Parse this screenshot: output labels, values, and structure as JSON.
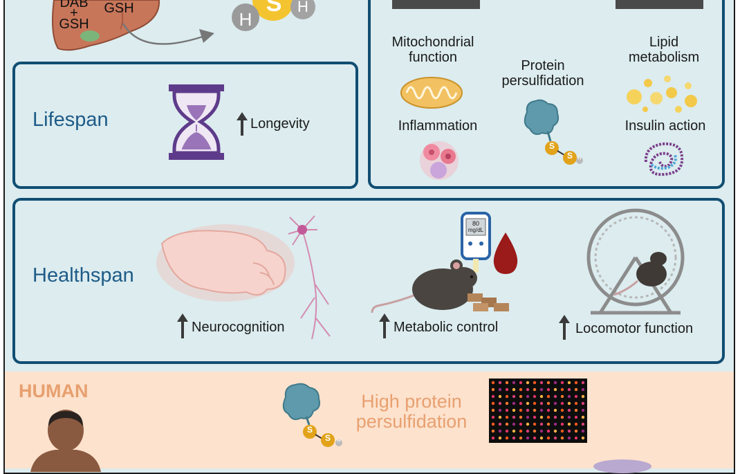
{
  "top": {
    "liver_text_1": "DAB",
    "liver_text_2": "+",
    "liver_text_3": "GSH",
    "liver_text_4": "GSH",
    "h2s_left": "H",
    "h2s_center": "S",
    "h2s_right": "H"
  },
  "lifespan": {
    "title": "Lifespan",
    "outcome": "Longevity"
  },
  "mechanisms": {
    "mito": [
      "Mitochondrial",
      "function"
    ],
    "lipid": [
      "Lipid",
      "metabolism"
    ],
    "persulf": [
      "Protein",
      "persulfidation"
    ],
    "inflammation": "Inflammation",
    "insulin": "Insulin action",
    "s1": "S",
    "s2": "S",
    "h": "H"
  },
  "healthspan": {
    "title": "Healthspan",
    "neuro": "Neurocognition",
    "metabolic": "Metabolic control",
    "locomotor": "Locomotor function",
    "meter_value": "80",
    "meter_unit": "mg/dL"
  },
  "human": {
    "title": "HUMAN",
    "finding_line1": "High protein",
    "finding_line2": "persulfidation",
    "s1": "S",
    "s2": "S",
    "h": "H"
  },
  "colors": {
    "panel_border": "#114e72",
    "title_blue": "#1e5b87",
    "human_orange": "#e8a070",
    "sulfur_gold": "#e2a31a"
  }
}
